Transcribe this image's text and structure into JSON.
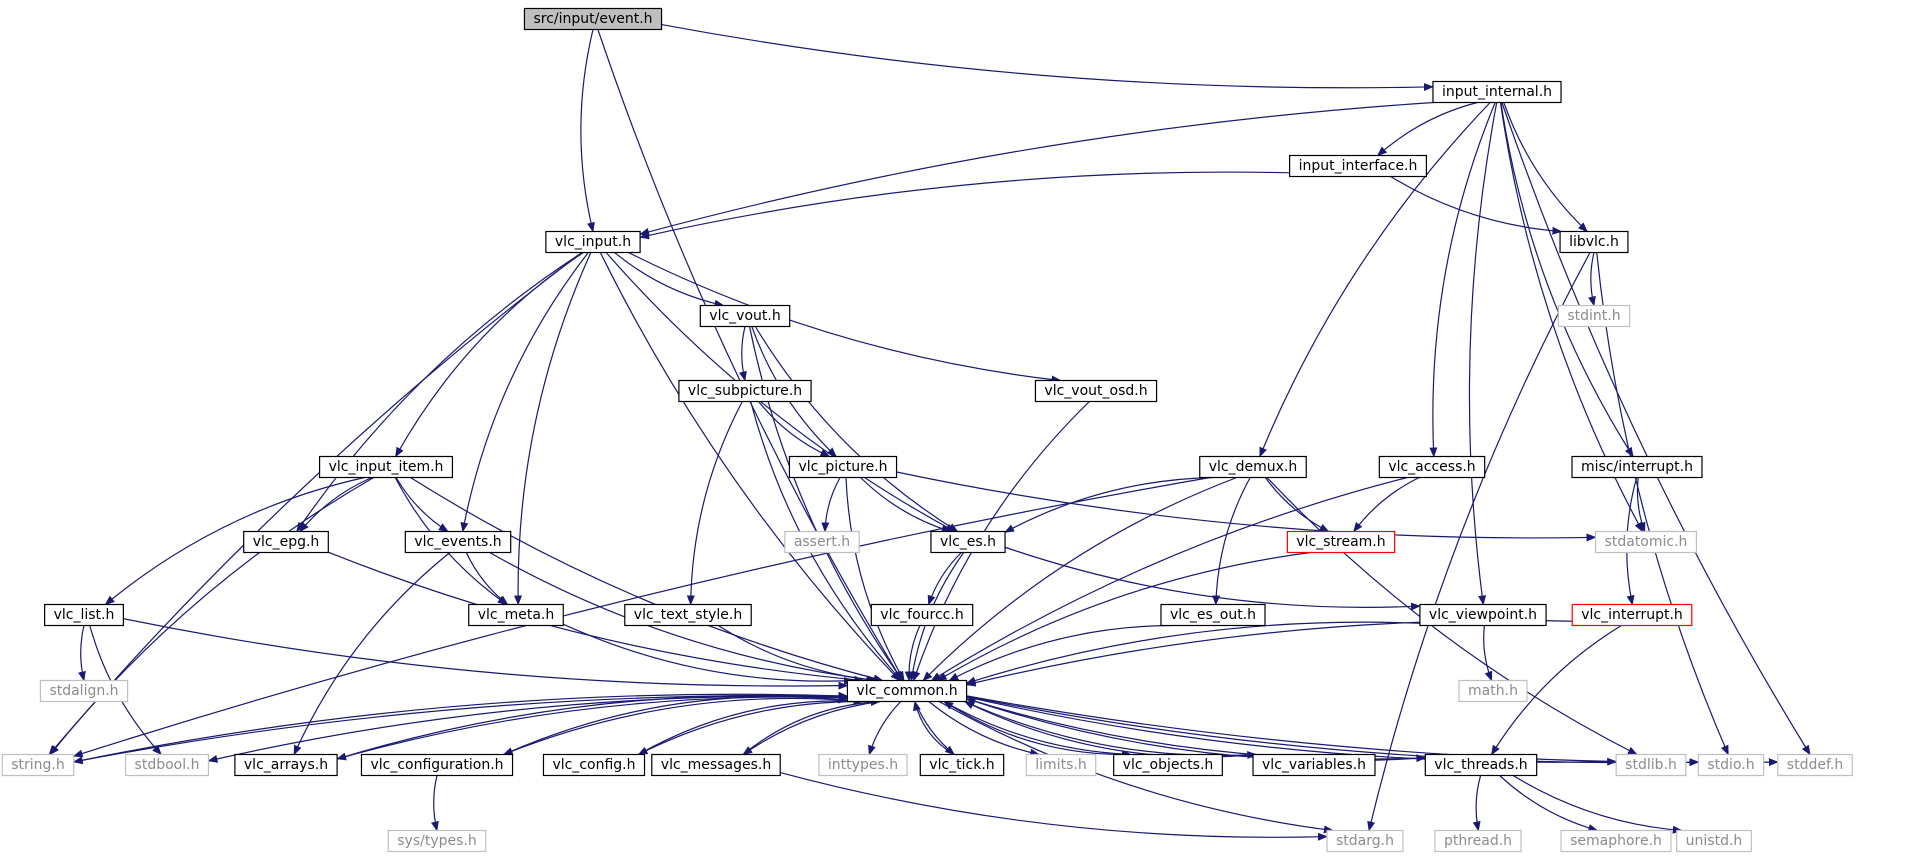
{
  "title": "src/input/event.h",
  "colors": {
    "edge": "#191970",
    "root_fill": "#bfbfbf",
    "node_border": "#000000",
    "system_border": "#bfbfbf",
    "system_text": "#8c8c8c",
    "missing_border": "#ff0000"
  },
  "nodes": [
    {
      "id": "event",
      "label": "src/input/event.h",
      "kind": "root"
    },
    {
      "id": "input_internal",
      "label": "input_internal.h",
      "kind": "header"
    },
    {
      "id": "input_interface",
      "label": "input_interface.h",
      "kind": "header"
    },
    {
      "id": "vlc_input",
      "label": "vlc_input.h",
      "kind": "header"
    },
    {
      "id": "libvlc",
      "label": "libvlc.h",
      "kind": "header"
    },
    {
      "id": "stdint",
      "label": "stdint.h",
      "kind": "system"
    },
    {
      "id": "vlc_vout",
      "label": "vlc_vout.h",
      "kind": "header"
    },
    {
      "id": "vlc_vout_osd",
      "label": "vlc_vout_osd.h",
      "kind": "header"
    },
    {
      "id": "vlc_subpicture",
      "label": "vlc_subpicture.h",
      "kind": "header"
    },
    {
      "id": "vlc_input_item",
      "label": "vlc_input_item.h",
      "kind": "header"
    },
    {
      "id": "vlc_picture",
      "label": "vlc_picture.h",
      "kind": "header"
    },
    {
      "id": "vlc_demux",
      "label": "vlc_demux.h",
      "kind": "header"
    },
    {
      "id": "vlc_access",
      "label": "vlc_access.h",
      "kind": "header"
    },
    {
      "id": "misc_interrupt",
      "label": "misc/interrupt.h",
      "kind": "header"
    },
    {
      "id": "vlc_epg",
      "label": "vlc_epg.h",
      "kind": "header"
    },
    {
      "id": "vlc_events",
      "label": "vlc_events.h",
      "kind": "header"
    },
    {
      "id": "assert",
      "label": "assert.h",
      "kind": "system"
    },
    {
      "id": "vlc_es",
      "label": "vlc_es.h",
      "kind": "header"
    },
    {
      "id": "vlc_stream",
      "label": "vlc_stream.h",
      "kind": "missing"
    },
    {
      "id": "stdatomic",
      "label": "stdatomic.h",
      "kind": "system"
    },
    {
      "id": "vlc_list",
      "label": "vlc_list.h",
      "kind": "header"
    },
    {
      "id": "vlc_meta",
      "label": "vlc_meta.h",
      "kind": "header"
    },
    {
      "id": "vlc_text_style",
      "label": "vlc_text_style.h",
      "kind": "header"
    },
    {
      "id": "vlc_fourcc",
      "label": "vlc_fourcc.h",
      "kind": "header"
    },
    {
      "id": "vlc_es_out",
      "label": "vlc_es_out.h",
      "kind": "header"
    },
    {
      "id": "vlc_viewpoint",
      "label": "vlc_viewpoint.h",
      "kind": "header"
    },
    {
      "id": "vlc_interrupt",
      "label": "vlc_interrupt.h",
      "kind": "missing"
    },
    {
      "id": "stdalign",
      "label": "stdalign.h",
      "kind": "system"
    },
    {
      "id": "vlc_common",
      "label": "vlc_common.h",
      "kind": "header"
    },
    {
      "id": "math",
      "label": "math.h",
      "kind": "system"
    },
    {
      "id": "string",
      "label": "string.h",
      "kind": "system"
    },
    {
      "id": "stdbool",
      "label": "stdbool.h",
      "kind": "system"
    },
    {
      "id": "vlc_arrays",
      "label": "vlc_arrays.h",
      "kind": "header"
    },
    {
      "id": "vlc_configuration",
      "label": "vlc_configuration.h",
      "kind": "header"
    },
    {
      "id": "vlc_config",
      "label": "vlc_config.h",
      "kind": "header"
    },
    {
      "id": "vlc_messages",
      "label": "vlc_messages.h",
      "kind": "header"
    },
    {
      "id": "inttypes",
      "label": "inttypes.h",
      "kind": "system"
    },
    {
      "id": "vlc_tick",
      "label": "vlc_tick.h",
      "kind": "header"
    },
    {
      "id": "limits",
      "label": "limits.h",
      "kind": "system"
    },
    {
      "id": "vlc_objects",
      "label": "vlc_objects.h",
      "kind": "header"
    },
    {
      "id": "vlc_variables",
      "label": "vlc_variables.h",
      "kind": "header"
    },
    {
      "id": "vlc_threads",
      "label": "vlc_threads.h",
      "kind": "header"
    },
    {
      "id": "stdlib",
      "label": "stdlib.h",
      "kind": "system"
    },
    {
      "id": "stdio",
      "label": "stdio.h",
      "kind": "system"
    },
    {
      "id": "stddef",
      "label": "stddef.h",
      "kind": "system"
    },
    {
      "id": "sys_types",
      "label": "sys/types.h",
      "kind": "system"
    },
    {
      "id": "stdarg",
      "label": "stdarg.h",
      "kind": "system"
    },
    {
      "id": "pthread",
      "label": "pthread.h",
      "kind": "system"
    },
    {
      "id": "semaphore",
      "label": "semaphore.h",
      "kind": "system"
    },
    {
      "id": "unistd",
      "label": "unistd.h",
      "kind": "system"
    }
  ],
  "edges": [
    [
      "event",
      "vlc_common"
    ],
    [
      "event",
      "vlc_input"
    ],
    [
      "event",
      "input_internal"
    ],
    [
      "input_internal",
      "input_interface"
    ],
    [
      "input_internal",
      "vlc_input"
    ],
    [
      "input_internal",
      "libvlc"
    ],
    [
      "input_internal",
      "vlc_demux"
    ],
    [
      "input_internal",
      "vlc_access"
    ],
    [
      "input_internal",
      "stdatomic"
    ],
    [
      "input_internal",
      "misc_interrupt"
    ],
    [
      "input_internal",
      "vlc_viewpoint"
    ],
    [
      "input_internal",
      "stddef"
    ],
    [
      "input_interface",
      "vlc_input"
    ],
    [
      "input_interface",
      "libvlc"
    ],
    [
      "libvlc",
      "stdint"
    ],
    [
      "libvlc",
      "stdio"
    ],
    [
      "libvlc",
      "stdarg"
    ],
    [
      "vlc_input",
      "string"
    ],
    [
      "vlc_input",
      "vlc_common"
    ],
    [
      "vlc_input",
      "vlc_input_item"
    ],
    [
      "vlc_input",
      "vlc_epg"
    ],
    [
      "vlc_input",
      "vlc_events"
    ],
    [
      "vlc_input",
      "vlc_meta"
    ],
    [
      "vlc_input",
      "vlc_vout"
    ],
    [
      "vlc_input",
      "vlc_es"
    ],
    [
      "vlc_input",
      "vlc_vout_osd"
    ],
    [
      "vlc_vout",
      "vlc_subpicture"
    ],
    [
      "vlc_vout",
      "vlc_picture"
    ],
    [
      "vlc_vout",
      "vlc_es"
    ],
    [
      "vlc_vout",
      "vlc_common"
    ],
    [
      "vlc_subpicture",
      "vlc_picture"
    ],
    [
      "vlc_subpicture",
      "vlc_text_style"
    ],
    [
      "vlc_subpicture",
      "vlc_common"
    ],
    [
      "vlc_vout_osd",
      "vlc_common"
    ],
    [
      "vlc_picture",
      "assert"
    ],
    [
      "vlc_picture",
      "vlc_es"
    ],
    [
      "vlc_picture",
      "stdatomic"
    ],
    [
      "vlc_picture",
      "vlc_common"
    ],
    [
      "vlc_input_item",
      "string"
    ],
    [
      "vlc_input_item",
      "vlc_list"
    ],
    [
      "vlc_input_item",
      "vlc_epg"
    ],
    [
      "vlc_input_item",
      "vlc_events"
    ],
    [
      "vlc_input_item",
      "vlc_meta"
    ],
    [
      "vlc_input_item",
      "vlc_common"
    ],
    [
      "vlc_epg",
      "vlc_common"
    ],
    [
      "vlc_events",
      "vlc_meta"
    ],
    [
      "vlc_events",
      "vlc_arrays"
    ],
    [
      "vlc_events",
      "vlc_common"
    ],
    [
      "vlc_list",
      "stdalign"
    ],
    [
      "vlc_list",
      "stdbool"
    ],
    [
      "vlc_list",
      "vlc_common"
    ],
    [
      "vlc_meta",
      "vlc_common"
    ],
    [
      "vlc_es",
      "vlc_fourcc"
    ],
    [
      "vlc_es",
      "vlc_viewpoint"
    ],
    [
      "vlc_es",
      "vlc_common"
    ],
    [
      "vlc_fourcc",
      "vlc_common"
    ],
    [
      "vlc_text_style",
      "vlc_common"
    ],
    [
      "vlc_demux",
      "vlc_es"
    ],
    [
      "vlc_demux",
      "vlc_stream"
    ],
    [
      "vlc_demux",
      "vlc_es_out"
    ],
    [
      "vlc_demux",
      "stdlib"
    ],
    [
      "vlc_demux",
      "string"
    ],
    [
      "vlc_demux",
      "vlc_common"
    ],
    [
      "vlc_access",
      "vlc_stream"
    ],
    [
      "vlc_access",
      "vlc_common"
    ],
    [
      "vlc_stream",
      "vlc_common"
    ],
    [
      "vlc_es_out",
      "vlc_common"
    ],
    [
      "misc_interrupt",
      "stdatomic"
    ],
    [
      "misc_interrupt",
      "vlc_interrupt"
    ],
    [
      "vlc_interrupt",
      "vlc_common"
    ],
    [
      "vlc_interrupt",
      "vlc_threads"
    ],
    [
      "vlc_viewpoint",
      "math"
    ],
    [
      "vlc_viewpoint",
      "vlc_common"
    ],
    [
      "vlc_common",
      "string"
    ],
    [
      "vlc_common",
      "stdbool"
    ],
    [
      "vlc_common",
      "vlc_arrays"
    ],
    [
      "vlc_common",
      "vlc_configuration"
    ],
    [
      "vlc_common",
      "vlc_config"
    ],
    [
      "vlc_common",
      "vlc_messages"
    ],
    [
      "vlc_common",
      "inttypes"
    ],
    [
      "vlc_common",
      "vlc_tick"
    ],
    [
      "vlc_common",
      "limits"
    ],
    [
      "vlc_common",
      "vlc_objects"
    ],
    [
      "vlc_common",
      "vlc_variables"
    ],
    [
      "vlc_common",
      "vlc_threads"
    ],
    [
      "vlc_common",
      "stdlib"
    ],
    [
      "vlc_common",
      "stdio"
    ],
    [
      "vlc_common",
      "stddef"
    ],
    [
      "vlc_common",
      "stdarg"
    ],
    [
      "vlc_configuration",
      "sys_types"
    ],
    [
      "vlc_messages",
      "stdarg"
    ],
    [
      "vlc_threads",
      "pthread"
    ],
    [
      "vlc_threads",
      "semaphore"
    ],
    [
      "vlc_threads",
      "unistd"
    ],
    [
      "string",
      "vlc_common"
    ],
    [
      "vlc_arrays",
      "vlc_common"
    ],
    [
      "vlc_configuration",
      "vlc_common"
    ],
    [
      "vlc_config",
      "vlc_common"
    ],
    [
      "vlc_messages",
      "vlc_common"
    ],
    [
      "vlc_tick",
      "vlc_common"
    ],
    [
      "vlc_objects",
      "vlc_common"
    ],
    [
      "vlc_variables",
      "vlc_common"
    ],
    [
      "vlc_threads",
      "vlc_common"
    ]
  ]
}
